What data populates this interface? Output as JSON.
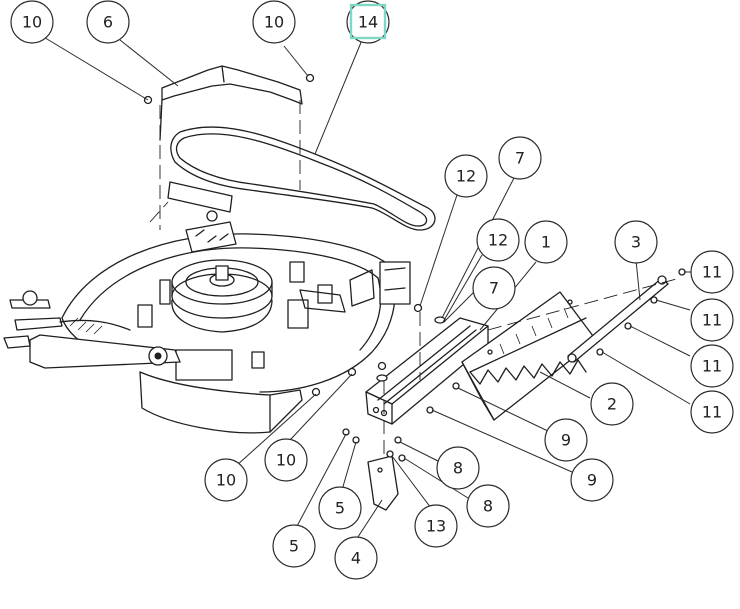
{
  "diagram": {
    "highlight_color": "#7fd8c6",
    "highlighted_callout": "14",
    "callouts": [
      {
        "id": "c10a",
        "label": "10"
      },
      {
        "id": "c6",
        "label": "6"
      },
      {
        "id": "c10b",
        "label": "10"
      },
      {
        "id": "c14",
        "label": "14"
      },
      {
        "id": "c12a",
        "label": "12"
      },
      {
        "id": "c7a",
        "label": "7"
      },
      {
        "id": "c12b",
        "label": "12"
      },
      {
        "id": "c1",
        "label": "1"
      },
      {
        "id": "c7b",
        "label": "7"
      },
      {
        "id": "c3",
        "label": "3"
      },
      {
        "id": "c11a",
        "label": "11"
      },
      {
        "id": "c11b",
        "label": "11"
      },
      {
        "id": "c11c",
        "label": "11"
      },
      {
        "id": "c11d",
        "label": "11"
      },
      {
        "id": "c2",
        "label": "2"
      },
      {
        "id": "c9a",
        "label": "9"
      },
      {
        "id": "c9b",
        "label": "9"
      },
      {
        "id": "c8a",
        "label": "8"
      },
      {
        "id": "c8b",
        "label": "8"
      },
      {
        "id": "c13",
        "label": "13"
      },
      {
        "id": "c4",
        "label": "4"
      },
      {
        "id": "c5a",
        "label": "5"
      },
      {
        "id": "c5b",
        "label": "5"
      },
      {
        "id": "c10c",
        "label": "10"
      },
      {
        "id": "c10d",
        "label": "10"
      }
    ]
  }
}
